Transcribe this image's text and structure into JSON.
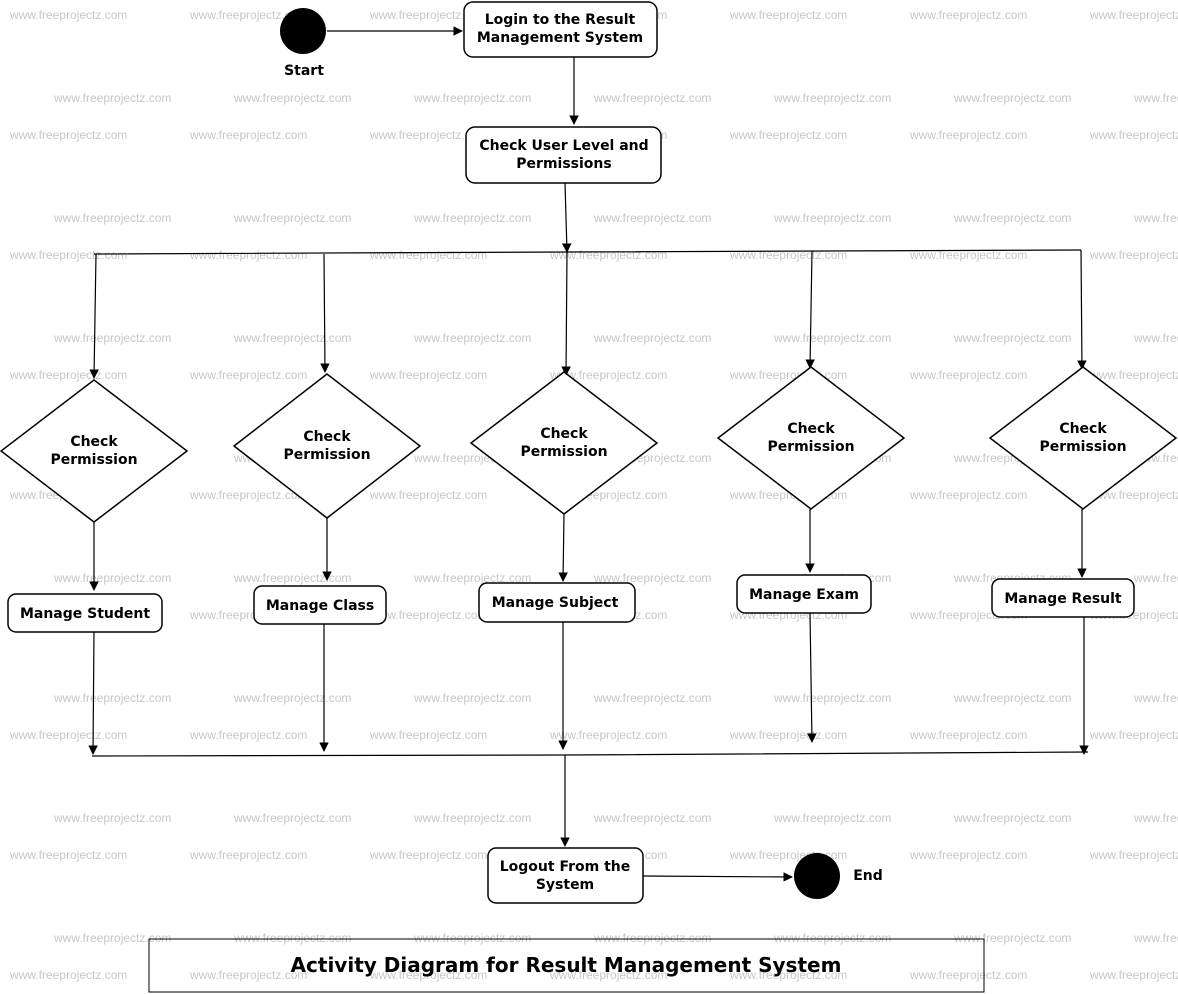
{
  "watermark": "www.freeprojectz.com",
  "start": {
    "label": "Start"
  },
  "end": {
    "label": "End"
  },
  "login": {
    "line1": "Login to the Result",
    "line2": "Management System"
  },
  "check_user": {
    "line1": "Check User Level and",
    "line2": "Permissions"
  },
  "permission_checks": [
    {
      "line1": "Check",
      "line2": "Permission"
    },
    {
      "line1": "Check",
      "line2": "Permission"
    },
    {
      "line1": "Check",
      "line2": "Permission"
    },
    {
      "line1": "Check",
      "line2": "Permission"
    },
    {
      "line1": "Check",
      "line2": "Permission"
    }
  ],
  "manage": [
    {
      "label": "Manage Student"
    },
    {
      "label": "Manage Class"
    },
    {
      "label": "Manage Subject"
    },
    {
      "label": "Manage Exam"
    },
    {
      "label": "Manage Result"
    }
  ],
  "logout": {
    "line1": "Logout From the",
    "line2": "System"
  },
  "title": "Activity Diagram for Result Management System"
}
